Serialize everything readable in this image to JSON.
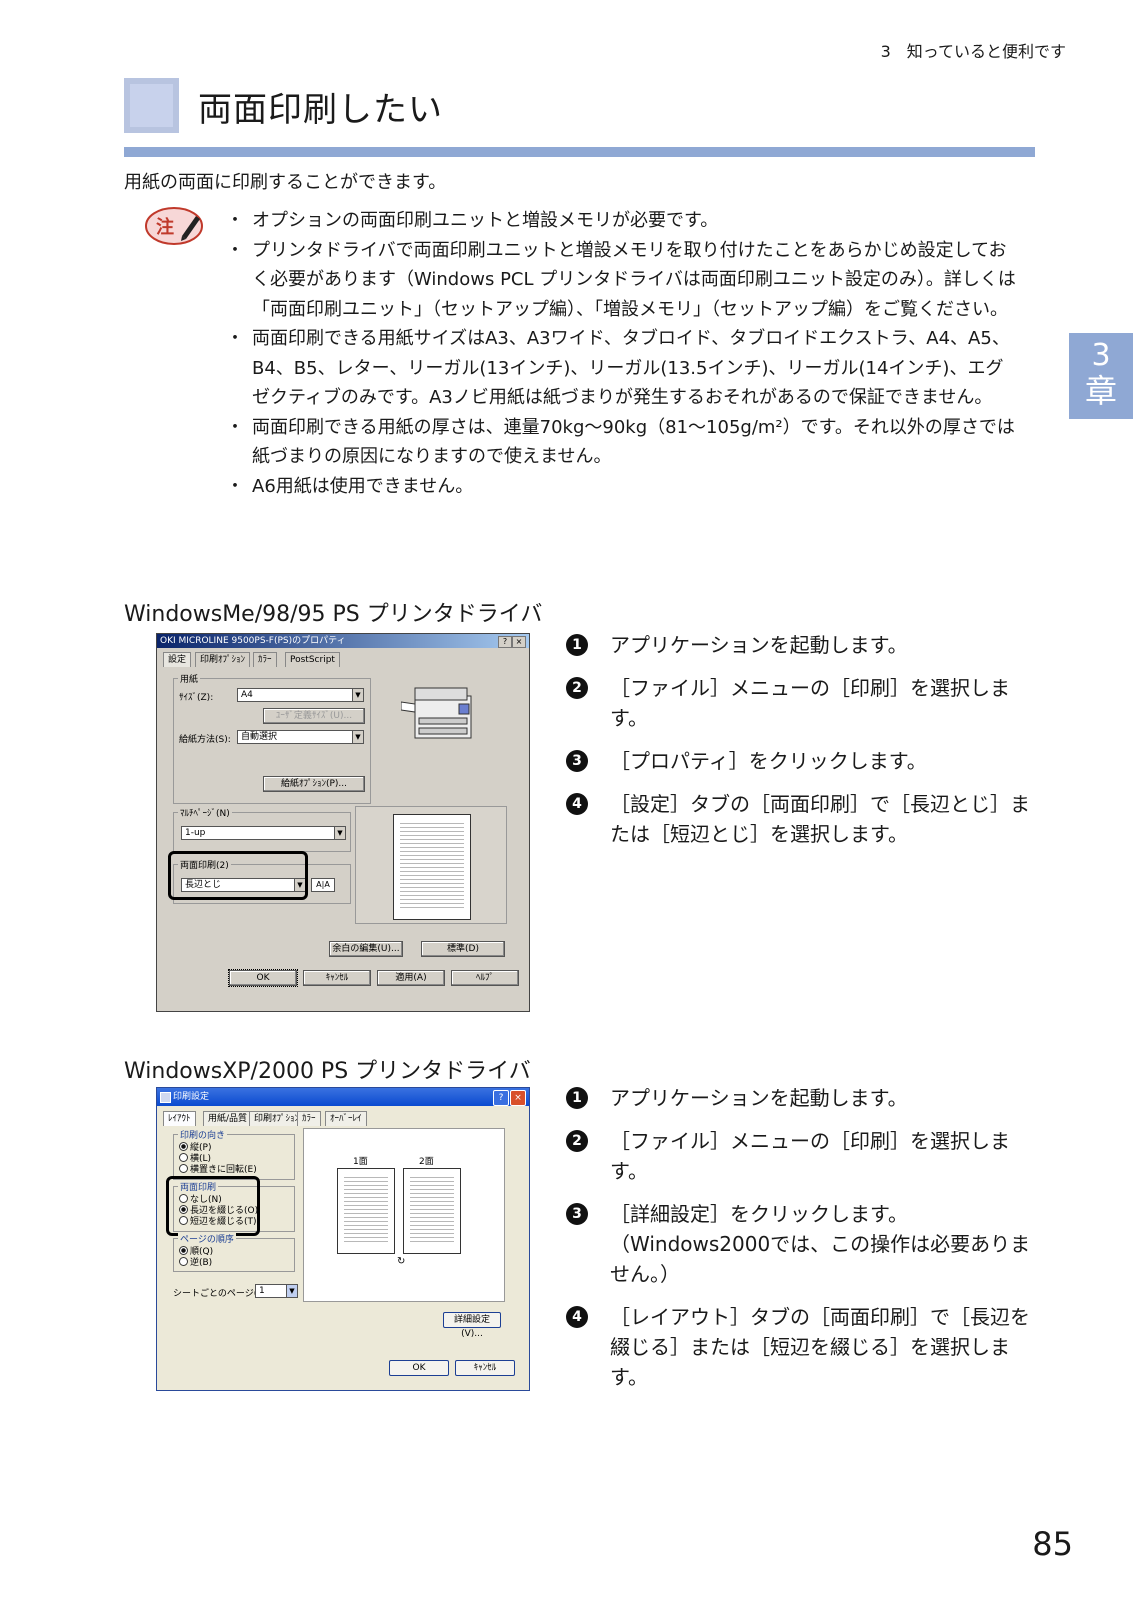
{
  "header": {
    "running_head": "3　知っていると便利です",
    "title": "両面印刷したい"
  },
  "intro": "用紙の両面に印刷することができます。",
  "note": {
    "icon": "注",
    "items": [
      "オプションの両面印刷ユニットと増設メモリが必要です。",
      "プリンタドライバで両面印刷ユニットと増設メモリを取り付けたことをあらかじめ設定しておく必要があります（Windows PCL プリンタドライバは両面印刷ユニット設定のみ）。詳しくは「両面印刷ユニット」（セットアップ編）、「増設メモリ」（セットアップ編）をご覧ください。",
      "両面印刷できる用紙サイズはA3、A3ワイド、タブロイド、タブロイドエクストラ、A4、A5、B4、B5、レター、リーガル(13インチ)、リーガル(13.5インチ)、リーガル(14インチ)、エグゼクティブのみです。A3ノビ用紙は紙づまりが発生するおそれがあるので保証できません。",
      "両面印刷できる用紙の厚さは、連量70kg～90kg（81～105g/m²）です。それ以外の厚さでは紙づまりの原因になりますので使えません。",
      "A6用紙は使用できません。"
    ]
  },
  "chapter_tab": {
    "number": "3",
    "kanji": "章"
  },
  "section1": {
    "heading": "WindowsMe/98/95 PS プリンタドライバ",
    "steps": [
      {
        "num": "1",
        "text": "アプリケーションを起動します。"
      },
      {
        "num": "2",
        "text": "［ファイル］メニューの［印刷］を選択します。"
      },
      {
        "num": "3",
        "text": "［プロパティ］をクリックします。"
      },
      {
        "num": "4",
        "text": "［設定］タブの［両面印刷］で［長辺とじ］または［短辺とじ］を選択します。"
      }
    ],
    "dialog": {
      "title": "OKI MICROLINE 9500PS-F(PS)のプロパティ",
      "help_btn": "?",
      "close_btn": "×",
      "tabs": [
        "設定",
        "印刷ｵﾌﾟｼｮﾝ",
        "ｶﾗｰ",
        "PostScript"
      ],
      "paper_group": "用紙",
      "size_label": "ｻｲｽﾞ(Z):",
      "size_value": "A4",
      "custom_size_btn": "ﾕｰｻﾞ定義ｻｲｽﾞ(U)...",
      "feed_label": "給紙方法(S):",
      "feed_value": "自動選択",
      "feed_option_btn": "給紙ｵﾌﾟｼｮﾝ(P)...",
      "multipage_label": "ﾏﾙﾁﾍﾟｰｼﾞ(N)",
      "multipage_value": "1-up",
      "duplex_label": "両面印刷(2)",
      "duplex_value": "長辺とじ",
      "margin_btn": "余白の編集(U)...",
      "default_btn": "標準(D)",
      "ok_btn": "OK",
      "cancel_btn": "ｷｬﾝｾﾙ",
      "apply_btn": "適用(A)",
      "help_btn2": "ﾍﾙﾌﾟ"
    }
  },
  "section2": {
    "heading": "WindowsXP/2000 PS プリンタドライバ",
    "steps": [
      {
        "num": "1",
        "text": "アプリケーションを起動します。"
      },
      {
        "num": "2",
        "text": "［ファイル］メニューの［印刷］を選択します。"
      },
      {
        "num": "3",
        "text": "［詳細設定］をクリックします。（Windows2000では、この操作は必要ありません。）"
      },
      {
        "num": "4",
        "text": "［レイアウト］タブの［両面印刷］で［長辺を綴じる］または［短辺を綴じる］を選択します。"
      }
    ],
    "dialog": {
      "title": "印刷設定",
      "help_btn": "?",
      "close_btn": "×",
      "tabs": [
        "ﾚｲｱｳﾄ",
        "用紙/品質",
        "印刷ｵﾌﾟｼｮﾝ",
        "ｶﾗｰ",
        "ｵｰﾊﾞｰﾚｲ"
      ],
      "orientation_group": "印刷の向き",
      "orientation_options": [
        "縦(P)",
        "横(L)",
        "横置きに回転(E)"
      ],
      "duplex_group": "両面印刷",
      "duplex_options": [
        "なし(N)",
        "長辺を綴じる(O)",
        "短辺を綴じる(T)"
      ],
      "order_group": "ページの順序",
      "order_options": [
        "順(Q)",
        "逆(B)"
      ],
      "pages_per_sheet_label": "シートごとのページ(S):",
      "pages_per_sheet_value": "1",
      "preview_labels": [
        "1面",
        "2面"
      ],
      "advanced_btn": "詳細設定(V)...",
      "ok_btn": "OK",
      "cancel_btn": "ｷｬﾝｾﾙ"
    }
  },
  "page_number": "85"
}
